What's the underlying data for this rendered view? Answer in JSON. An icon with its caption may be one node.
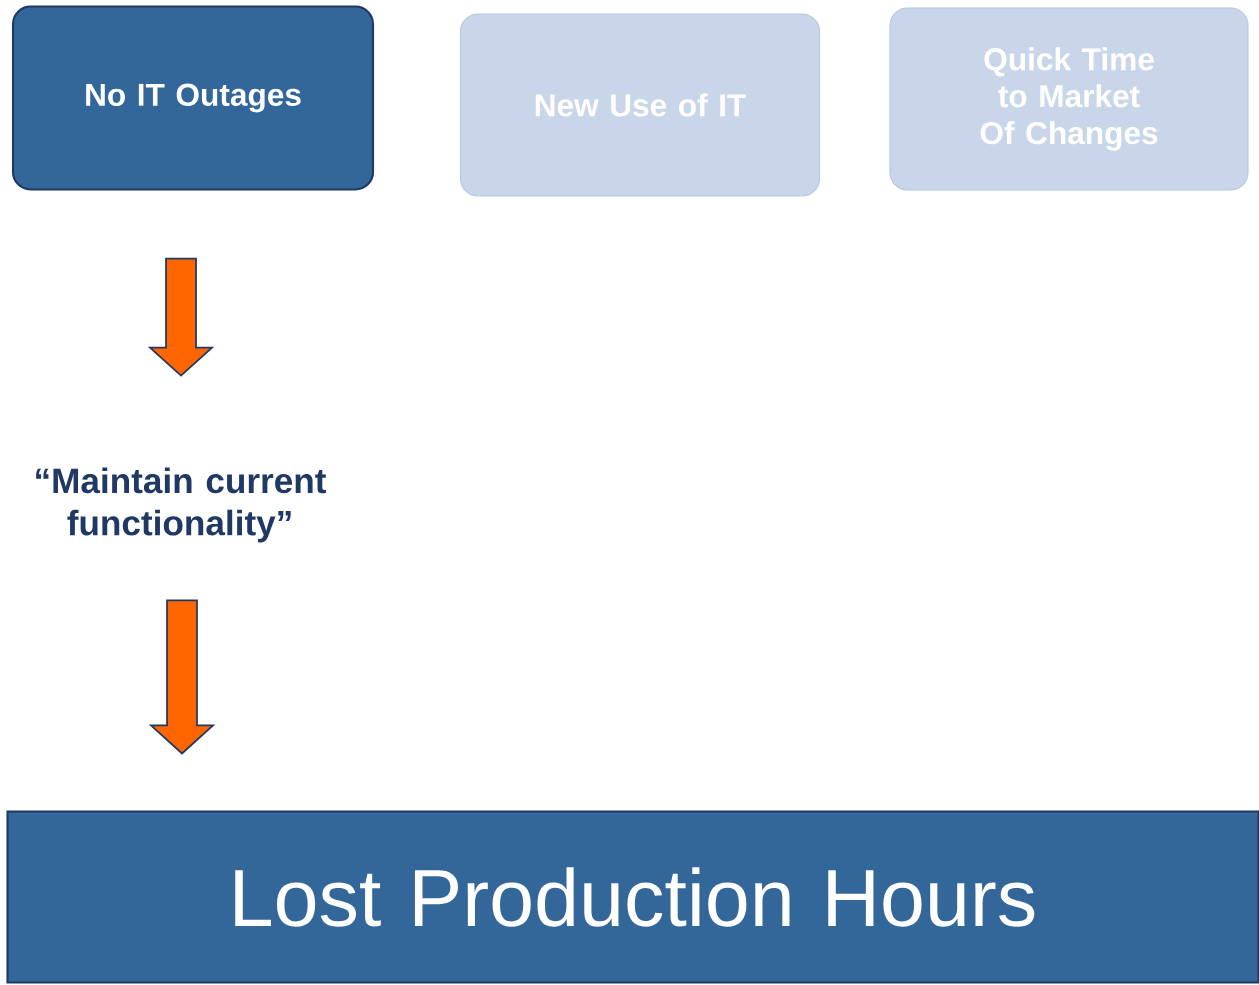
{
  "diagram": {
    "nodes": [
      {
        "text": [
          "No IT Outages"
        ]
      },
      {
        "text": [
          "New Use of IT"
        ]
      },
      {
        "text": [
          "Quick Time to Market Of Changes"
        ]
      },
      {
        "text": [
          "“Maintain current functionality”"
        ]
      },
      {
        "text": [
          "Lost Production Hours"
        ]
      }
    ],
    "edges": [
      {
        "from": 0,
        "to": 3,
        "arrow": "to"
      },
      {
        "from": 3,
        "to": 4,
        "arrow": "to"
      }
    ]
  }
}
